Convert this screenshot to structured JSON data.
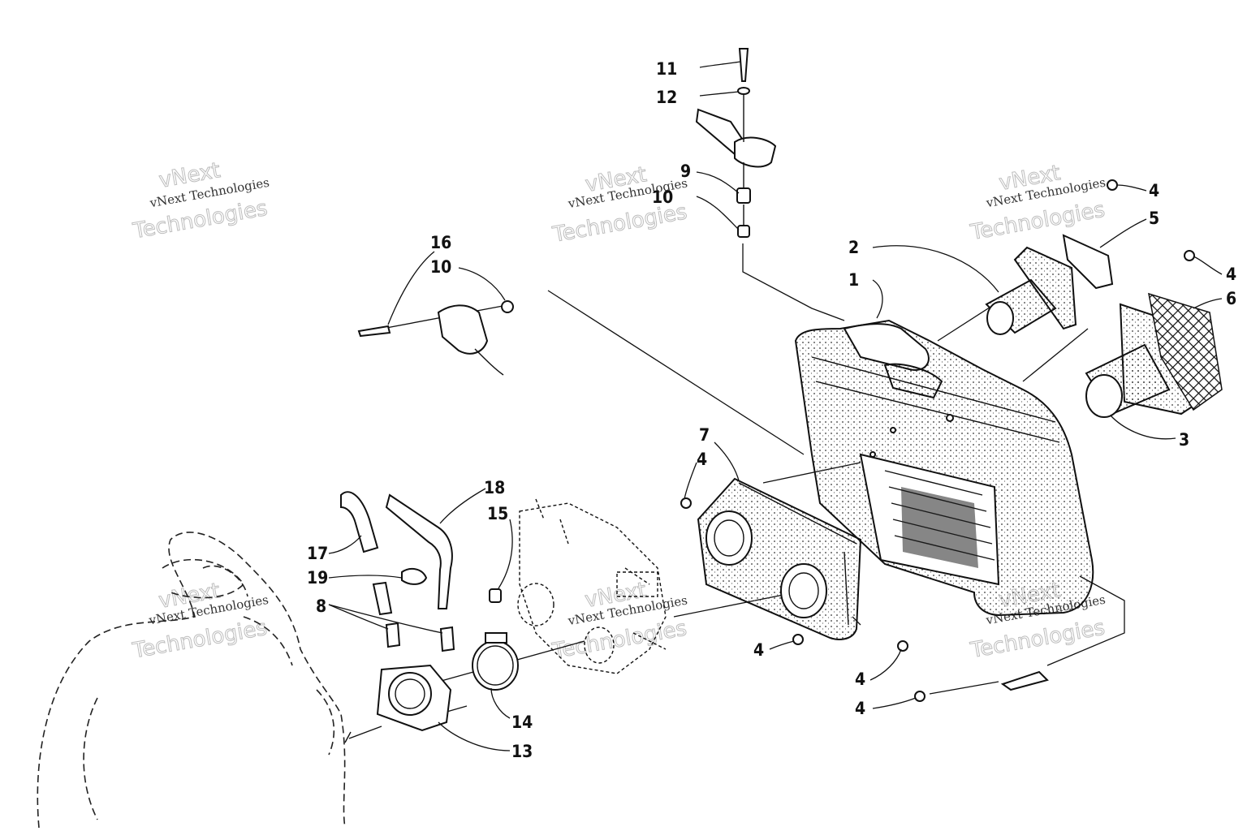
{
  "callouts": {
    "c1": "1",
    "c2": "2",
    "c3": "3",
    "c4a": "4",
    "c4b": "4",
    "c4c": "4",
    "c4d": "4",
    "c4e": "4",
    "c4f": "4",
    "c5": "5",
    "c6": "6",
    "c7": "7",
    "c8": "8",
    "c9": "9",
    "c10a": "10",
    "c10b": "10",
    "c11": "11",
    "c12": "12",
    "c13": "13",
    "c14": "14",
    "c15": "15",
    "c16": "16",
    "c17": "17",
    "c18": "18",
    "c19": "19"
  },
  "watermark": {
    "line1": "vNext",
    "line2": "vNext Technologies",
    "line3": "Technologies"
  }
}
